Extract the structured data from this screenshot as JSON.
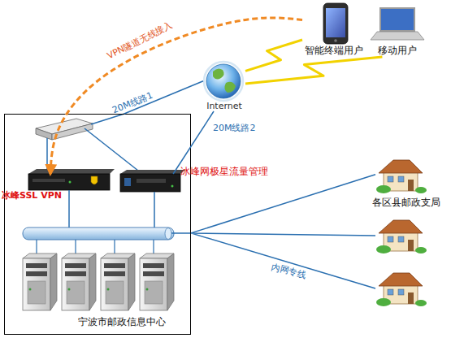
{
  "diagram": {
    "nodes": [
      {
        "text": [
          "宁波市邮政信息中心"
        ]
      },
      {
        "text": [
          "冰峰SSL VPN"
        ],
        "in": 0
      },
      {
        "text": [
          "冰峰网极星流量管理"
        ],
        "in": 0
      },
      {
        "text": [
          "Internet"
        ]
      },
      {
        "text": [
          "智能终端用户"
        ]
      },
      {
        "text": [
          "移动用户"
        ]
      },
      {
        "text": [
          "各区县邮政支局"
        ]
      }
    ],
    "edges": [
      {
        "from": 0,
        "to": 3,
        "label": "20M线路1",
        "arrow": "none"
      },
      {
        "from": 3,
        "to": 2,
        "label": "20M线路2",
        "arrow": "none"
      },
      {
        "from": 4,
        "to": 1,
        "label": "VPN隧道无线接入",
        "arrow": "to"
      },
      {
        "from": 3,
        "to": 4,
        "arrow": "none"
      },
      {
        "from": 3,
        "to": 5,
        "arrow": "none"
      },
      {
        "from": 0,
        "to": 6,
        "label": "内网专线",
        "arrow": "none"
      }
    ]
  }
}
